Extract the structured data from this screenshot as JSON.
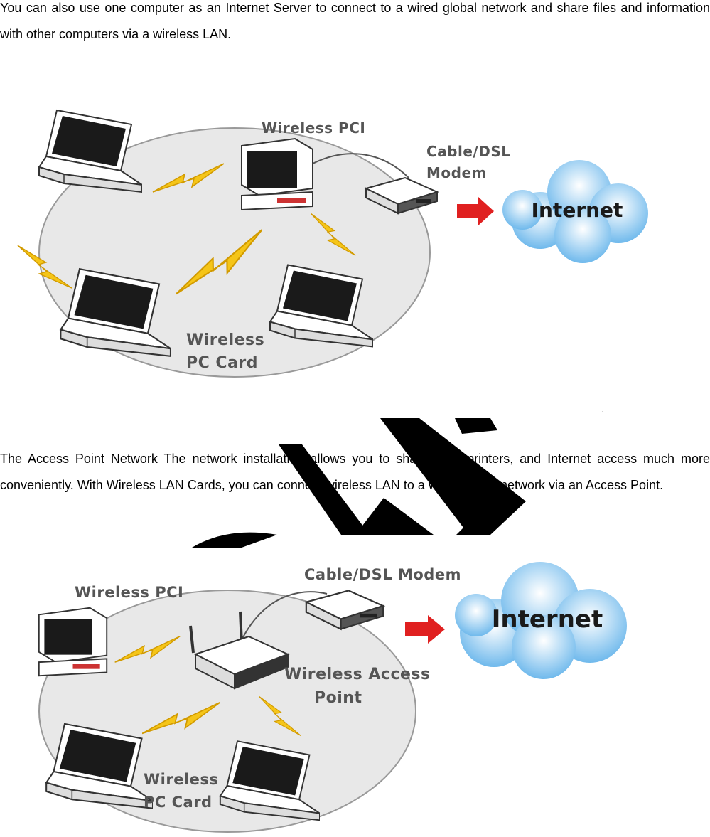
{
  "paragraph1": "You can also use one computer as an Internet Server to connect to a wired global network and share files and information with other computers via a wireless LAN.",
  "figure1": {
    "label_wireless_pci": "Wireless PCI",
    "label_modem_line1": "Cable/DSL",
    "label_modem_line2": "Modem",
    "label_internet": "Internet",
    "label_pccard_line1": "Wireless",
    "label_pccard_line2": "PC Card"
  },
  "paragraph2": "The Access Point Network The network installation allows you to share files, printers, and Internet access much more conveniently.  With Wireless LAN Cards, you can connect wireless LAN to a wired global network via an Access Point.",
  "figure2": {
    "label_wireless_pci": "Wireless PCI",
    "label_modem": "Cable/DSL Modem",
    "label_internet": "Internet",
    "label_ap_line1": "Wireless Access",
    "label_ap_line2": "Point",
    "label_pccard_line1": "Wireless",
    "label_pccard_line2": "PC Card"
  },
  "colors": {
    "ellipse_fill": "#e8e8e8",
    "lightning": "#f5c518",
    "arrow": "#e02020",
    "cloud": "#7ec3ef"
  }
}
